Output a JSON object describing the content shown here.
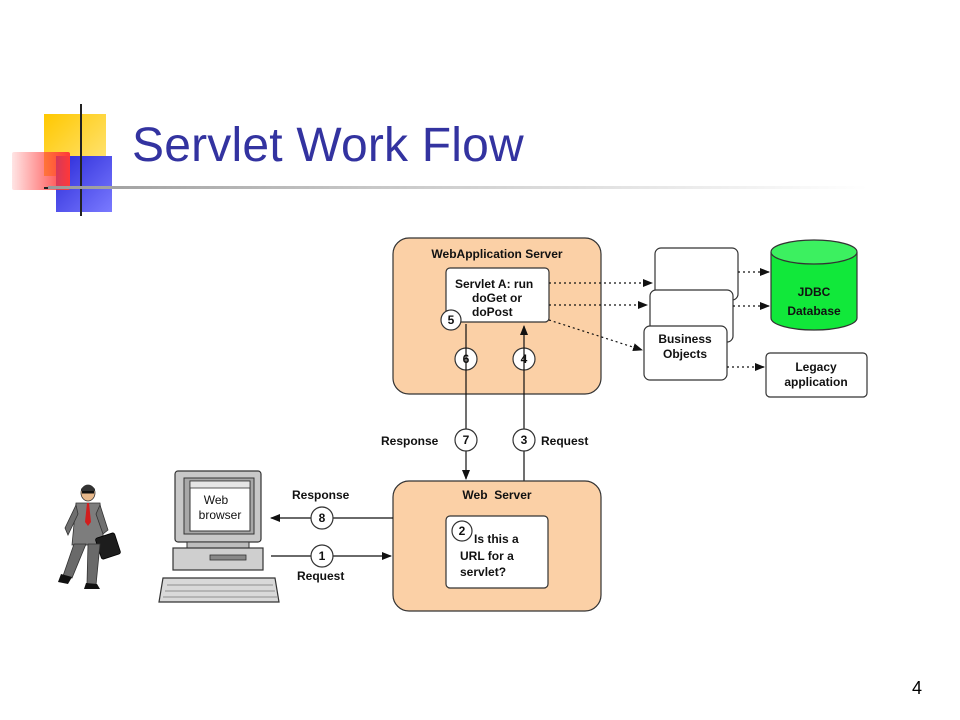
{
  "slide": {
    "title": "Servlet Work Flow",
    "page_number": "4"
  },
  "colors": {
    "title": "#3333a0",
    "server_fill": "#fbd0a6",
    "database_fill": "#11e83a",
    "deco_yellow": "#ffd200",
    "deco_red": "#ff3c3c",
    "deco_blue": "#3a3ae0"
  },
  "diagram": {
    "webapp_server": {
      "title": "WebApplication Server",
      "servlet_lines": [
        "Servlet A: run",
        "doGet or",
        "doPost"
      ]
    },
    "web_server": {
      "title": "Web  Server",
      "question_lines": [
        "Is this a",
        "URL for a",
        "servlet?"
      ]
    },
    "web_browser": {
      "lines": [
        "Web",
        "browser"
      ]
    },
    "business_objects": {
      "lines": [
        "Business",
        "Objects"
      ]
    },
    "jdbc_database": {
      "lines": [
        "JDBC",
        "Database"
      ]
    },
    "legacy_application": {
      "lines": [
        "Legacy",
        "application"
      ]
    },
    "flow_labels": {
      "response_upper": "Response",
      "request_upper": "Request",
      "response_lower": "Response",
      "request_lower": "Request"
    },
    "steps": [
      "1",
      "2",
      "3",
      "4",
      "5",
      "6",
      "7",
      "8"
    ]
  }
}
